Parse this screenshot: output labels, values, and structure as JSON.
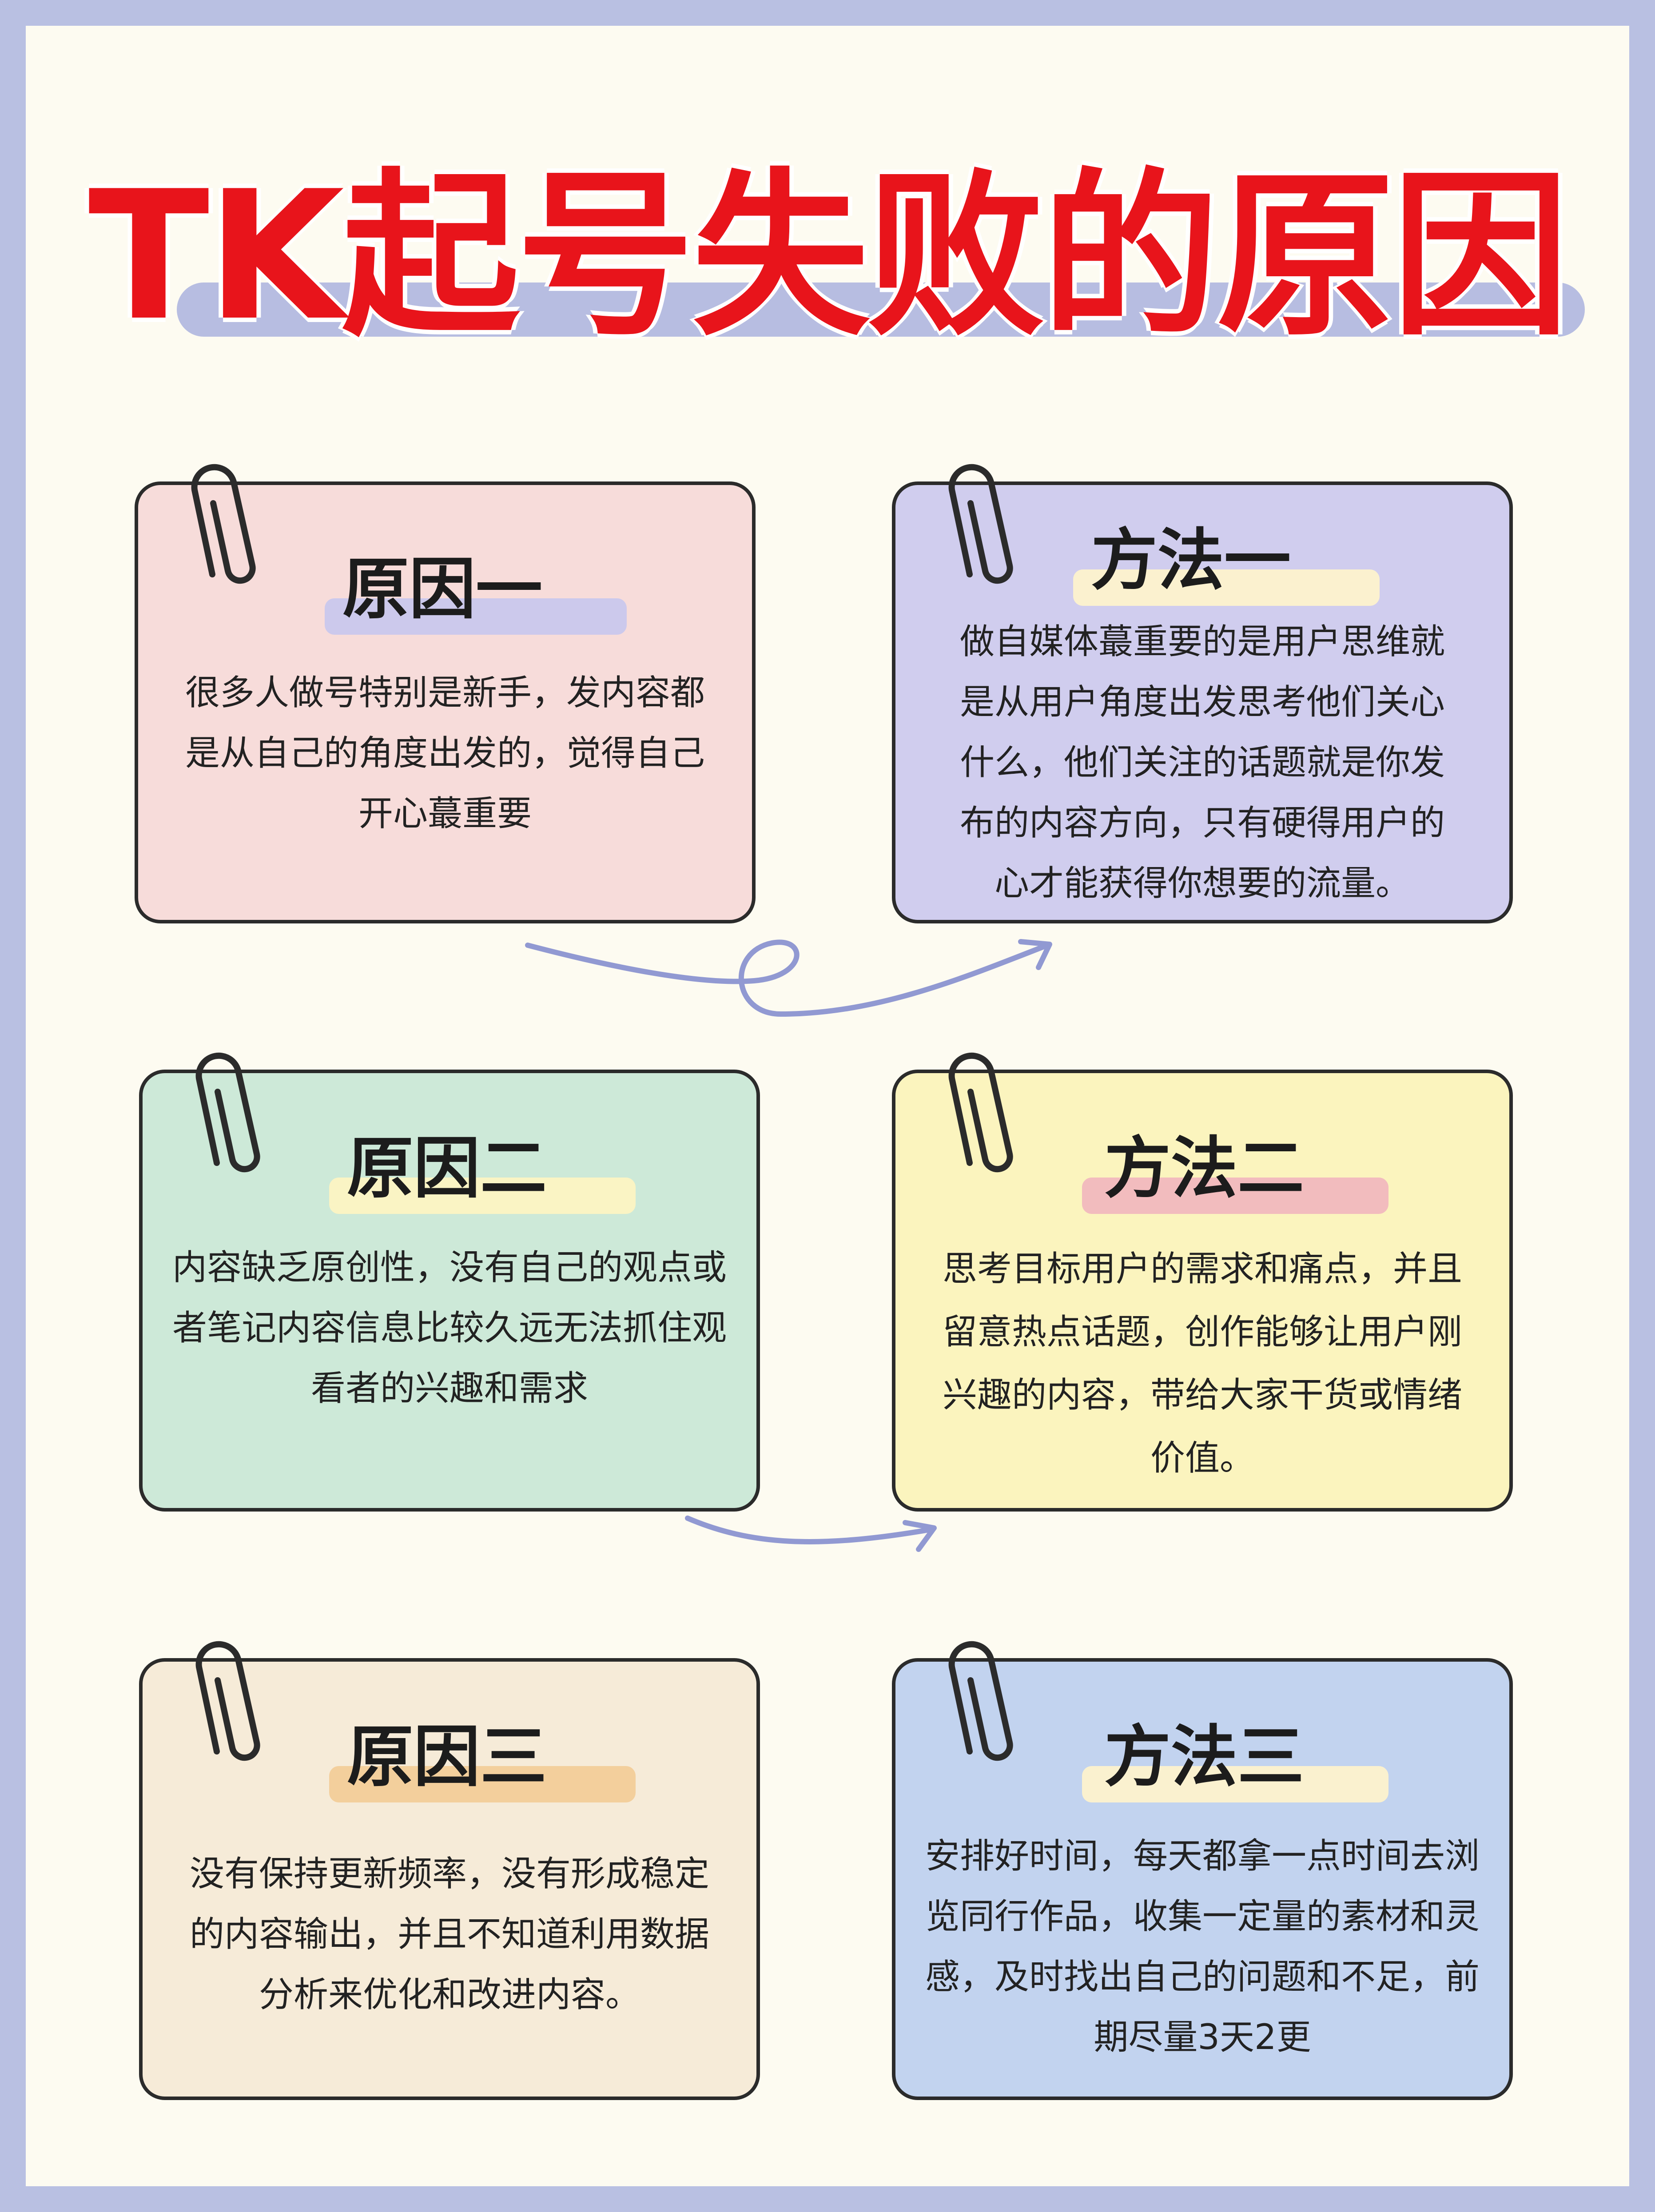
{
  "title": "TK起号失败的原因",
  "colors": {
    "frame": "#b9c0e2",
    "page": "#fdfbf1",
    "title": "#e8141b",
    "title_bar": "#b7bde1",
    "connector": "#9199d2"
  },
  "icons": [
    "paperclip-icon",
    "curved-arrow-icon"
  ],
  "cards": [
    {
      "heading": "原因一",
      "text": "很多人做号特别是新手，发内容都是从自己的角度出发的，觉得自己开心蕞重要",
      "bg": "#f7dcda",
      "highlight": "#ccc9ec"
    },
    {
      "heading": "方法一",
      "text": "做自媒体蕞重要的是用户思维就是从用户角度出发思考他们关心什么，他们关注的话题就是你发布的内容方向，只有硬得用户的心才能获得你想要的流量。",
      "bg": "#d0cdee",
      "highlight": "#fbf1cf"
    },
    {
      "heading": "原因二",
      "text": "内容缺乏原创性，没有自己的观点或者笔记内容信息比较久远无法抓住观看者的兴趣和需求",
      "bg": "#cde9d8",
      "highlight": "#faf4c4"
    },
    {
      "heading": "方法二",
      "text": "思考目标用户的需求和痛点，并且留意热点话题，创作能够让用户刚兴趣的内容，带给大家干货或情绪价值。",
      "bg": "#fbf4be",
      "highlight": "#f2bcbe"
    },
    {
      "heading": "原因三",
      "text": "没有保持更新频率，没有形成稳定的内容输出，并且不知道利用数据分析来优化和改进内容。",
      "bg": "#f6ebd8",
      "highlight": "#f3cf9c"
    },
    {
      "heading": "方法三",
      "text": "安排好时间，每天都拿一点时间去浏览同行作品，收集一定量的素材和灵感，及时找出自己的问题和不足，前期尽量3天2更",
      "bg": "#c2d3ef",
      "highlight": "#faf1cf"
    }
  ]
}
